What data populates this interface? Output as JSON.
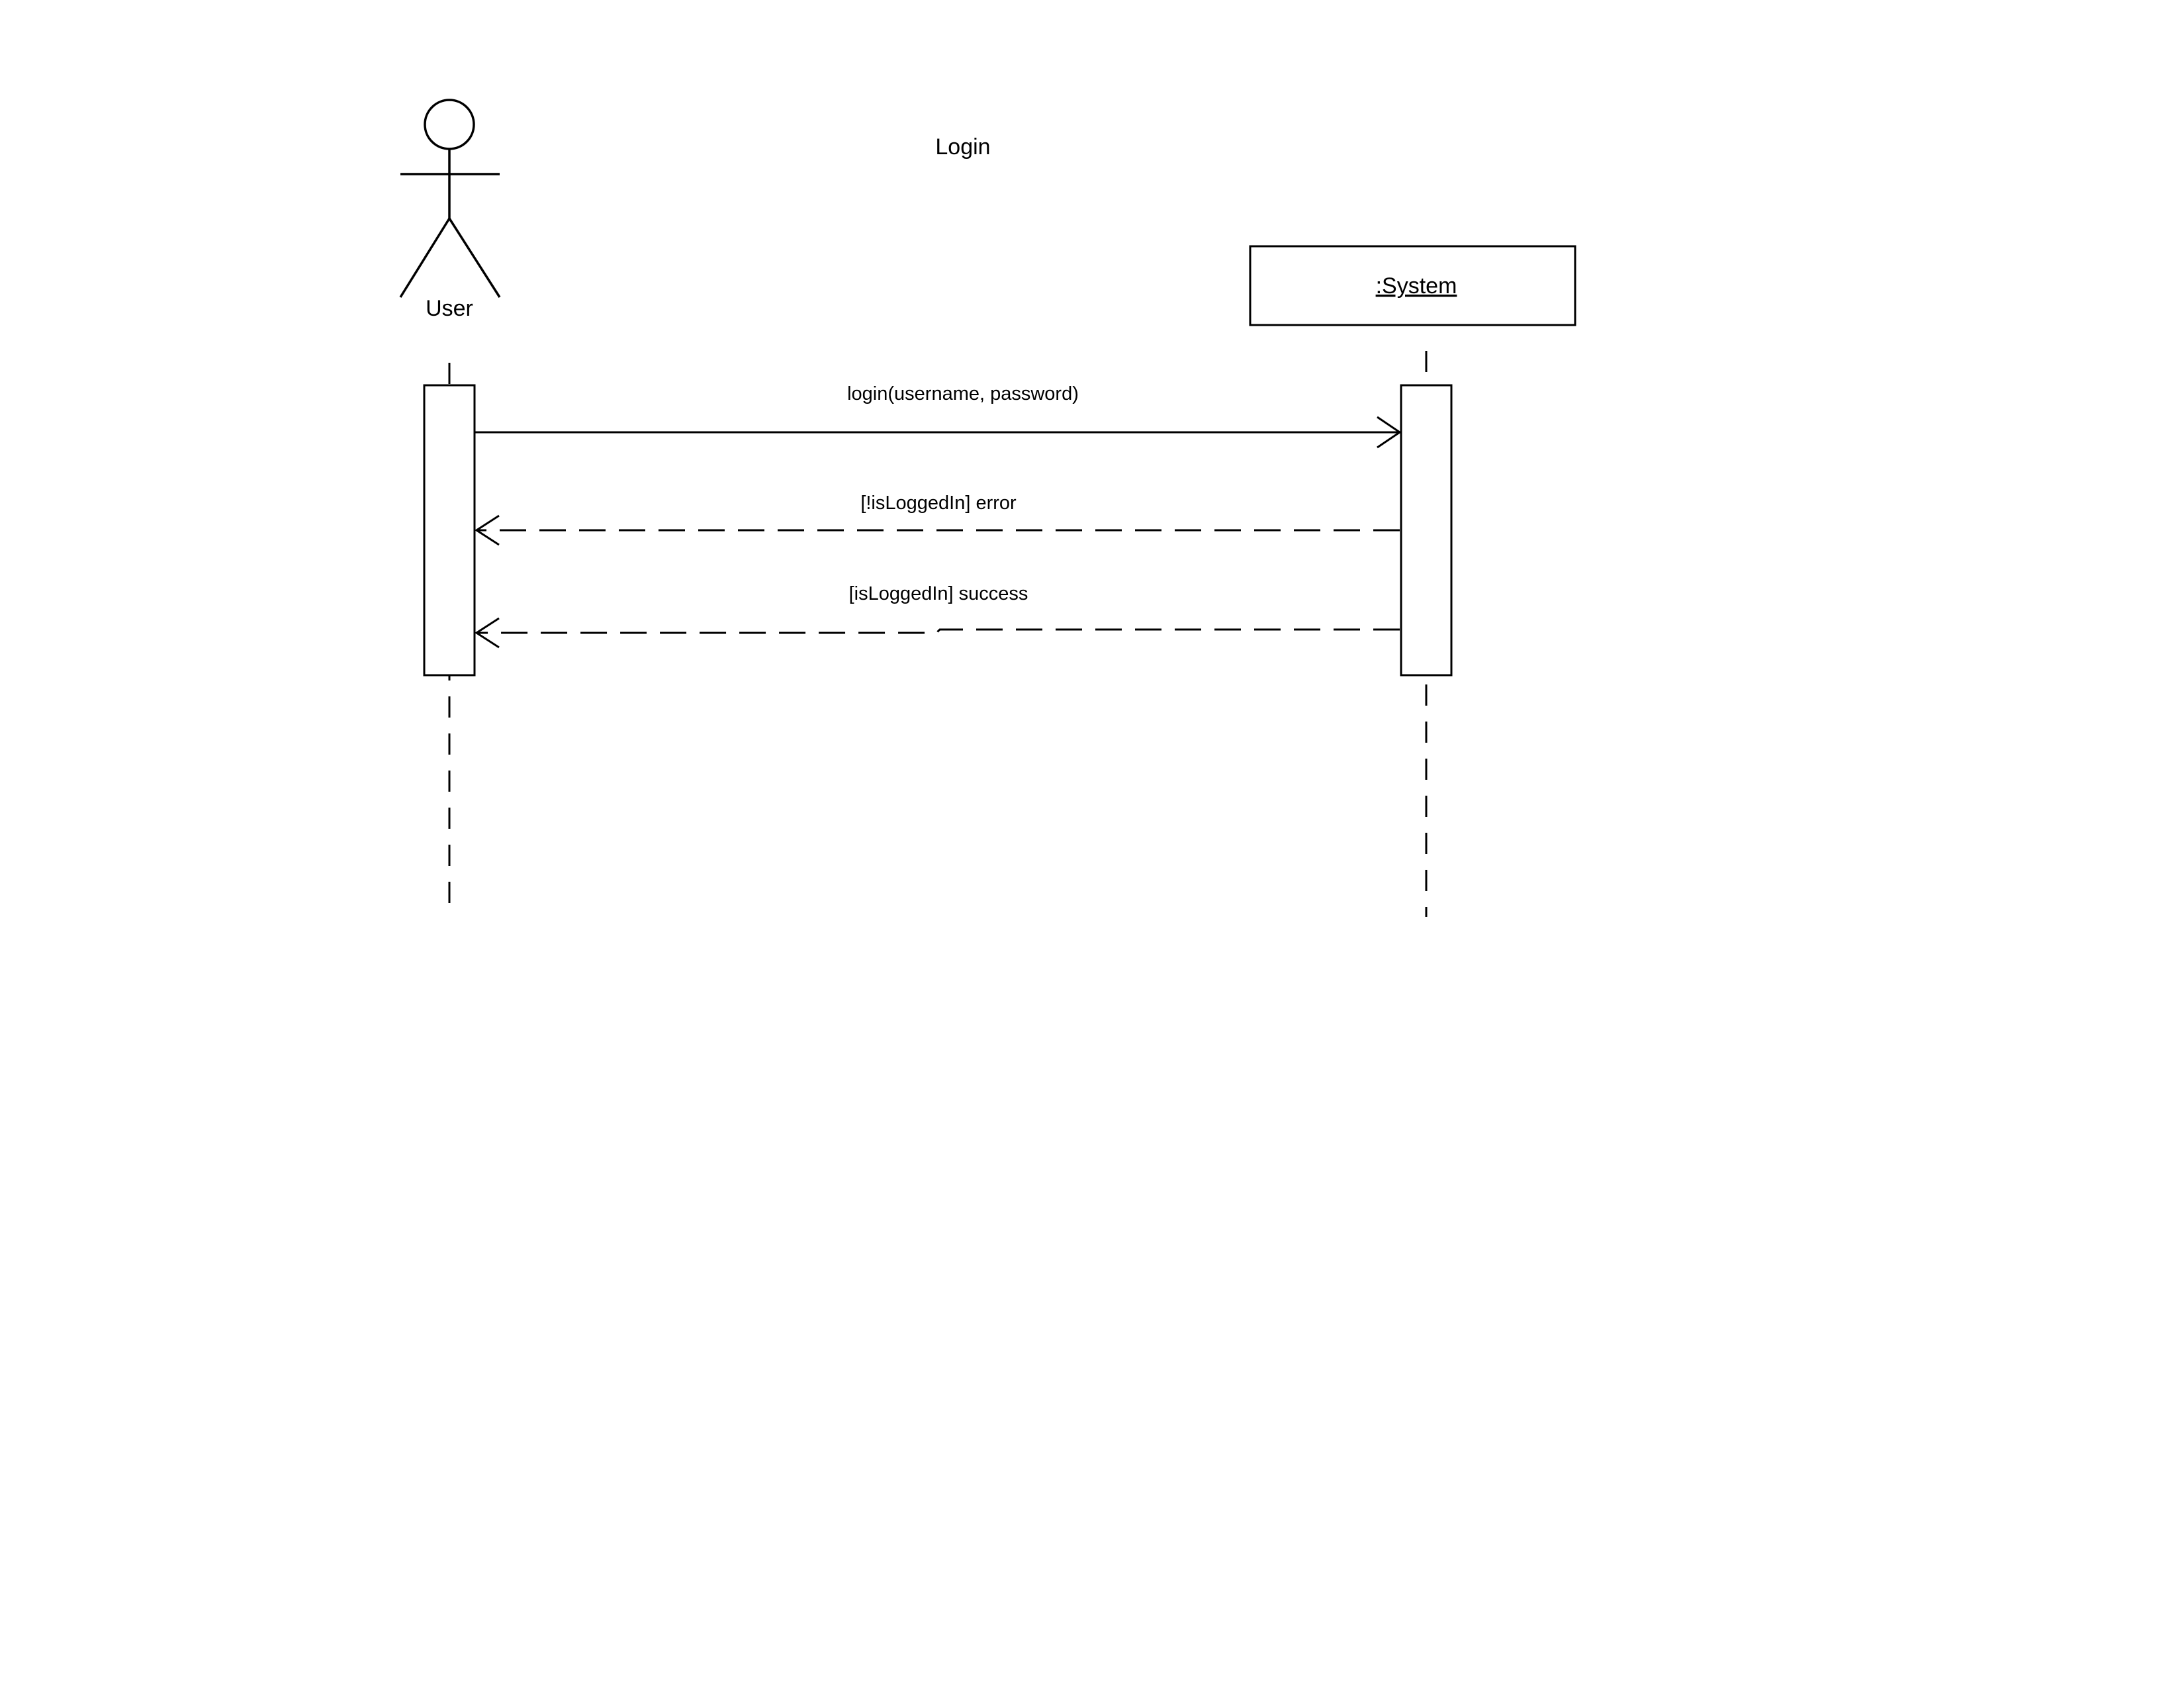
{
  "diagram": {
    "title": "Login",
    "actor": {
      "label": "User",
      "icon": "stick-figure-icon"
    },
    "object": {
      "label": ":System"
    },
    "messages": [
      {
        "label": "login(username, password)",
        "kind": "synchronous",
        "from": "User",
        "to": ":System"
      },
      {
        "label": "[!isLoggedIn] error",
        "kind": "return",
        "from": ":System",
        "to": "User"
      },
      {
        "label": "[isLoggedIn] success",
        "kind": "return",
        "from": ":System",
        "to": "User"
      }
    ]
  },
  "colors": {
    "stroke": "#000000",
    "background": "#ffffff"
  }
}
